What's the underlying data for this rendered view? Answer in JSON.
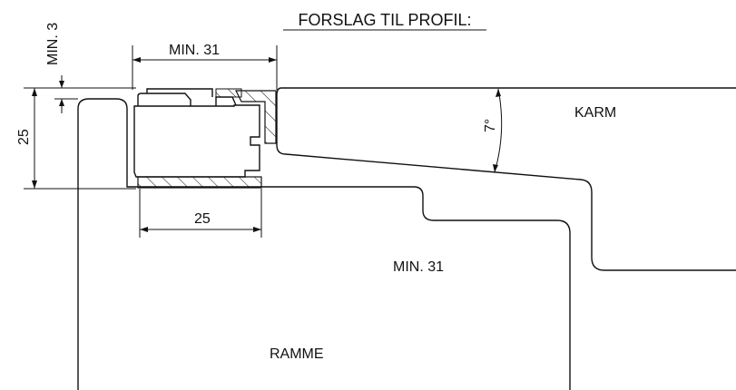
{
  "title": "FORSLAG TIL PROFIL:",
  "dimensions": {
    "min3": "MIN. 3",
    "min31_top": "MIN. 31",
    "height": "25",
    "width": "25",
    "min31_center": "MIN. 31",
    "angle": "7°"
  },
  "labels": {
    "karm": "KARM",
    "ramme": "RAMME"
  }
}
